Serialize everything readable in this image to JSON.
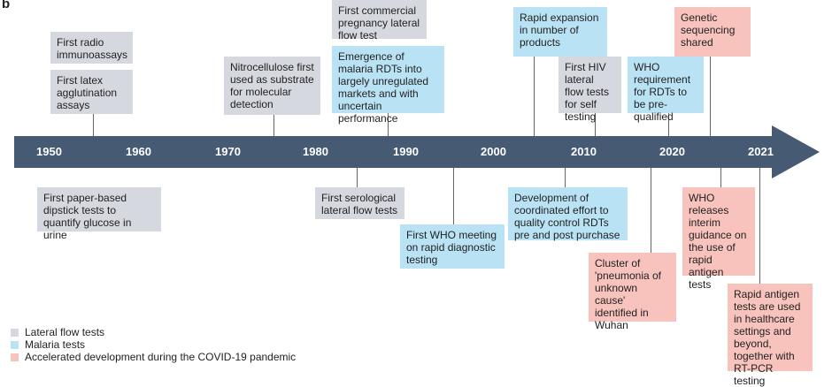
{
  "panel_label": "b",
  "colors": {
    "axis": "#465a74",
    "grey": "#d6d8df",
    "blue": "#b9e3f5",
    "pink": "#f8c3bd"
  },
  "years": [
    "1950",
    "1960",
    "1970",
    "1980",
    "1990",
    "2000",
    "2010",
    "2020",
    "2021"
  ],
  "events": [
    {
      "text": "First radio immunoassays",
      "category": "grey"
    },
    {
      "text": "First latex agglutination assays",
      "category": "grey"
    },
    {
      "text": "Nitrocellulose first used as substrate for molecular detection",
      "category": "grey"
    },
    {
      "text": "First commercial pregnancy lateral flow test",
      "category": "grey"
    },
    {
      "text": "Emergence of malaria RDTs into largely unregulated markets and with uncertain performance",
      "category": "blue"
    },
    {
      "text": "Rapid expansion in number of products",
      "category": "blue"
    },
    {
      "text": "First HIV lateral flow tests for self testing",
      "category": "grey"
    },
    {
      "text": "WHO requirement for RDTs to be pre-qualified",
      "category": "blue"
    },
    {
      "text": "Genetic sequencing shared",
      "category": "pink"
    },
    {
      "text": "First paper-based dipstick tests to quantify glucose in urine",
      "category": "grey"
    },
    {
      "text": "First serological lateral flow tests",
      "category": "grey"
    },
    {
      "text": "First WHO meeting on rapid diagnostic testing",
      "category": "blue"
    },
    {
      "text": "Development of coordinated effort to quality control RDTs pre and post purchase",
      "category": "blue"
    },
    {
      "text": "Cluster of 'pneumonia of unknown cause' identified in Wuhan",
      "category": "pink"
    },
    {
      "text": "WHO releases interim guidance on the use of rapid antigen tests",
      "category": "pink"
    },
    {
      "text": "Rapid antigen tests are used in healthcare settings and beyond, together with RT-PCR testing",
      "category": "pink"
    }
  ],
  "legend": [
    {
      "label": "Lateral flow tests",
      "color": "#d6d8df"
    },
    {
      "label": "Malaria tests",
      "color": "#b9e3f5"
    },
    {
      "label": "Accelerated development during the COVID-19 pandemic",
      "color": "#f8c3bd"
    }
  ]
}
